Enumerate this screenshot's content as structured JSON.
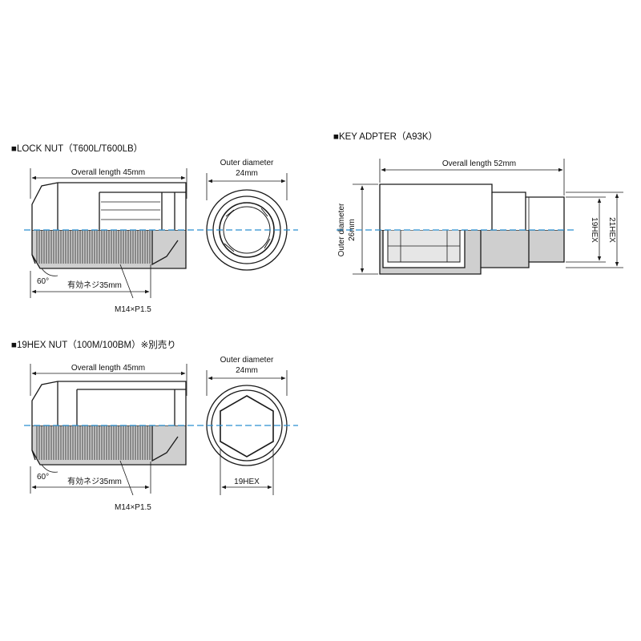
{
  "colors": {
    "line": "#1a1a1a",
    "fill_gray": "#cfcfcf",
    "fill_light": "#e6e6e6",
    "centerline": "#2a8fd0",
    "background": "#ffffff"
  },
  "lock_nut": {
    "title": "■LOCK NUT（T600L/T600LB）",
    "overall_length": "Overall length 45mm",
    "outer_diameter_line1": "Outer diameter",
    "outer_diameter_line2": "24mm",
    "angle": "60°",
    "thread_length": "有効ネジ35mm",
    "thread_spec": "M14×P1.5"
  },
  "hex_nut": {
    "title": "■19HEX NUT（100M/100BM）※別売り",
    "overall_length": "Overall length 45mm",
    "outer_diameter_line1": "Outer diameter",
    "outer_diameter_line2": "24mm",
    "angle": "60°",
    "thread_length": "有効ネジ35mm",
    "thread_spec": "M14×P1.5",
    "hex_size": "19HEX"
  },
  "key_adapter": {
    "title": "■KEY ADPTER（A93K）",
    "overall_length": "Overall length 52mm",
    "outer_diameter_line1": "Outer diameter",
    "outer_diameter_line2": "26mm",
    "hex_inner": "19HEX",
    "hex_outer": "21HEX"
  }
}
